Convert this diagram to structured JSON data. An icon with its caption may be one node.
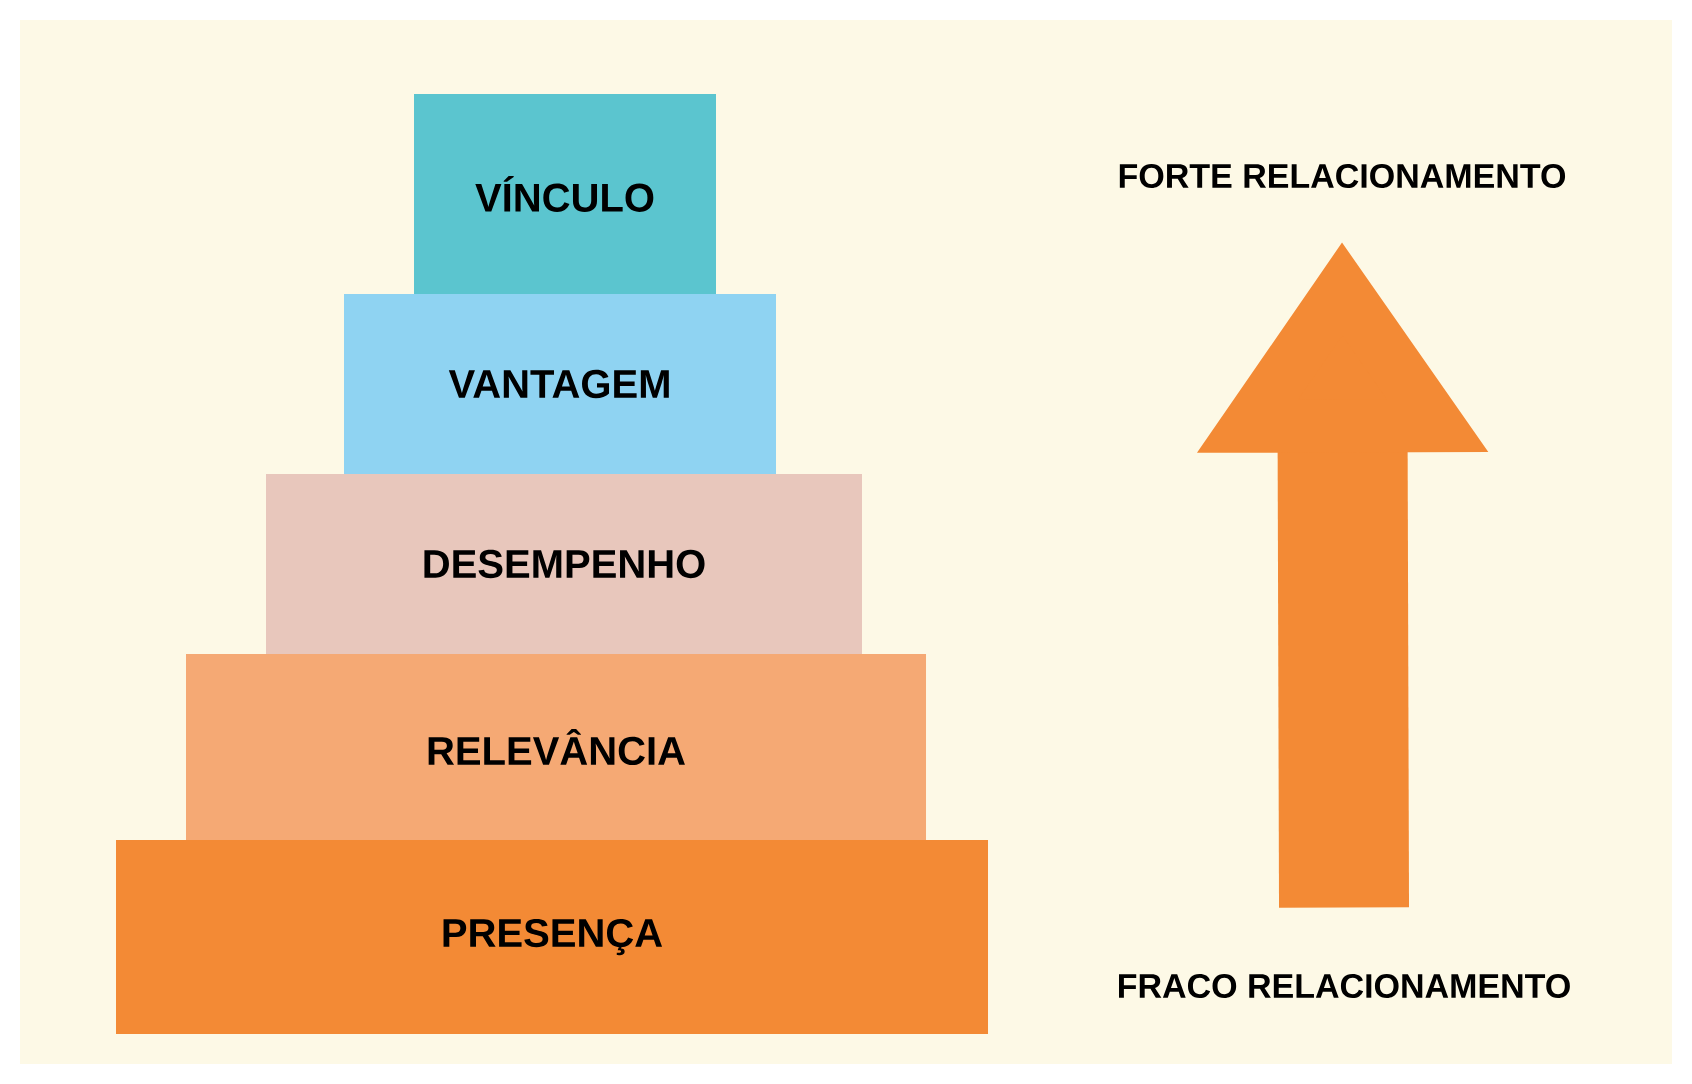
{
  "diagram": {
    "nodes": [
      {
        "text": [
          "VÍNCULO"
        ]
      },
      {
        "text": [
          "VANTAGEM"
        ]
      },
      {
        "text": [
          "DESEMPENHO"
        ]
      },
      {
        "text": [
          "RELEVÂNCIA"
        ]
      },
      {
        "text": [
          "PRESENÇA"
        ]
      },
      {
        "text": [
          "FORTE RELACIONAMENTO"
        ]
      },
      {
        "text": [
          "FRACO RELACIONAMENTO"
        ]
      }
    ],
    "edges": [
      {
        "from": 6,
        "to": 5,
        "arrow": "to",
        "color": "#f38a35"
      }
    ]
  }
}
